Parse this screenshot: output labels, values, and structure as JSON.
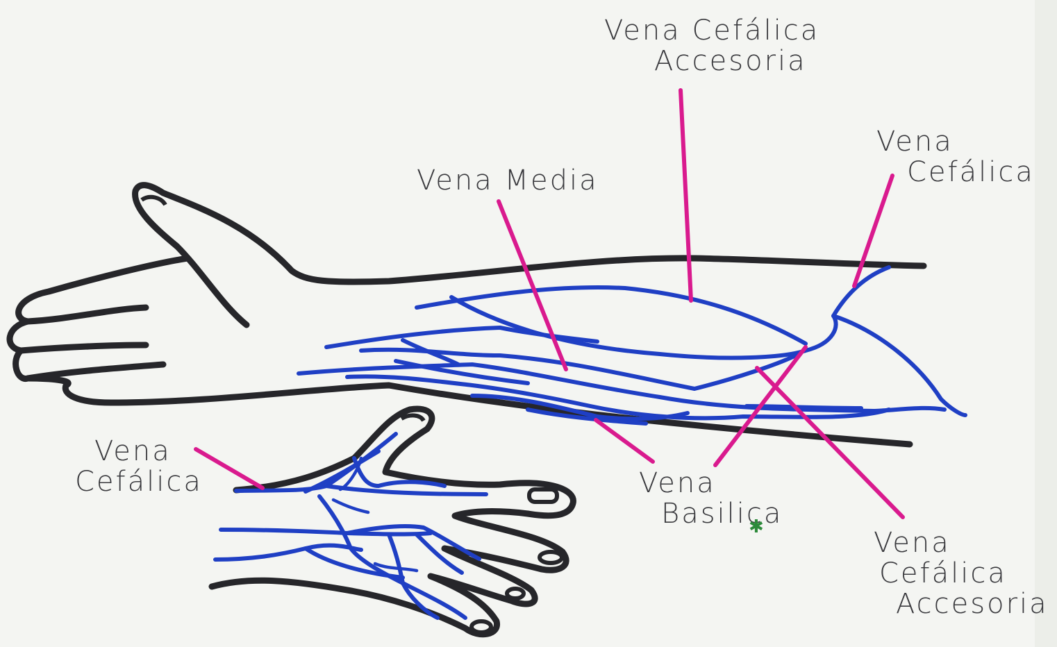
{
  "labels": {
    "cefalica_accesoria_top": {
      "line1": "Vena Cefálica",
      "line2": "Accesoria"
    },
    "cefalica_right": {
      "line1": "Vena",
      "line2": "Cefálica"
    },
    "media": {
      "line1": "Vena Media"
    },
    "cefalica_hand": {
      "line1": "Vena",
      "line2": "Cefálica"
    },
    "basilica": {
      "line1": "Vena",
      "line2": "Basilica"
    },
    "cefalica_accesoria_bottom": {
      "line1": "Vena",
      "line2": "Cefálica",
      "line3": "Accesoria"
    }
  },
  "colors": {
    "outline": "#26262a",
    "vein": "#1f3fc4",
    "pointer": "#d91a8e",
    "paper": "#f4f5f2"
  }
}
